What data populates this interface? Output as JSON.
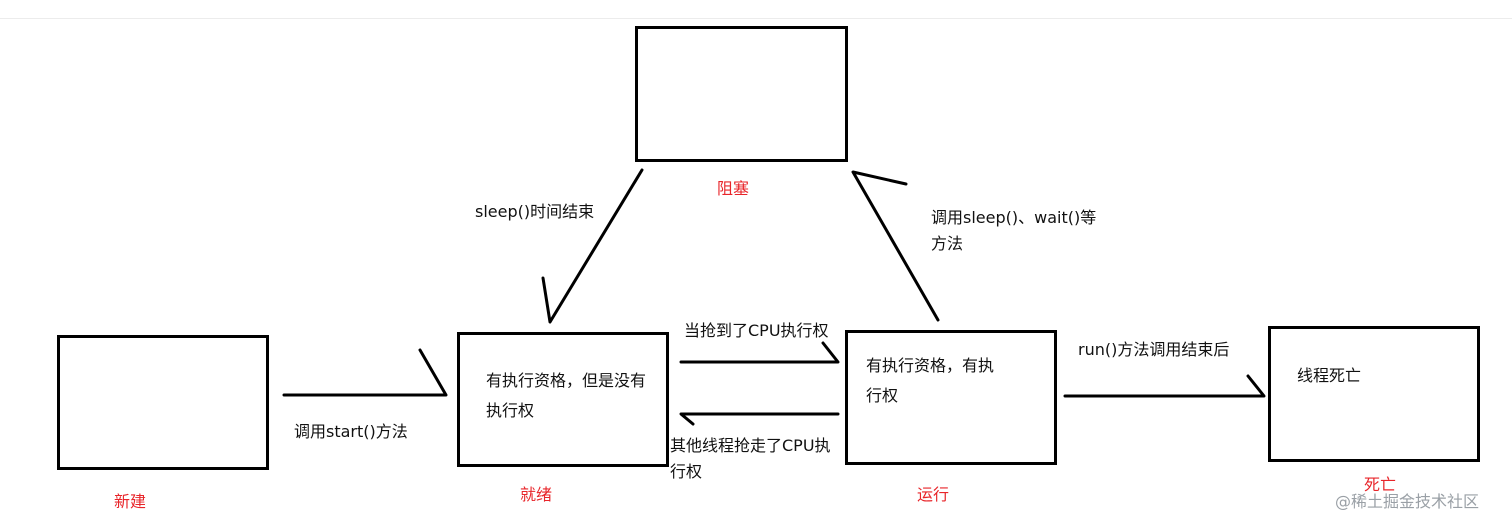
{
  "diagram": {
    "nodes": [
      {
        "id": "new",
        "text": "",
        "state_label": "新建"
      },
      {
        "id": "ready",
        "text": "有执行资格，但是没有\n执行权",
        "state_label": "就绪"
      },
      {
        "id": "blocked",
        "text": "",
        "state_label": "阻塞"
      },
      {
        "id": "running",
        "text": "有执行资格，有执\n行权",
        "state_label": "运行"
      },
      {
        "id": "dead",
        "text": "线程死亡",
        "state_label": "死亡"
      }
    ],
    "edges": [
      {
        "from": "new",
        "to": "ready",
        "label": "调用start()方法"
      },
      {
        "from": "ready",
        "to": "running",
        "label": "当抢到了CPU执行权"
      },
      {
        "from": "running",
        "to": "ready",
        "label": "其他线程抢走了CPU执\n行权"
      },
      {
        "from": "running",
        "to": "blocked",
        "label": "调用sleep()、wait()等\n方法"
      },
      {
        "from": "blocked",
        "to": "ready",
        "label": "sleep()时间结束"
      },
      {
        "from": "running",
        "to": "dead",
        "label": "run()方法调用结束后"
      }
    ]
  },
  "watermark": "@稀土掘金技术社区"
}
